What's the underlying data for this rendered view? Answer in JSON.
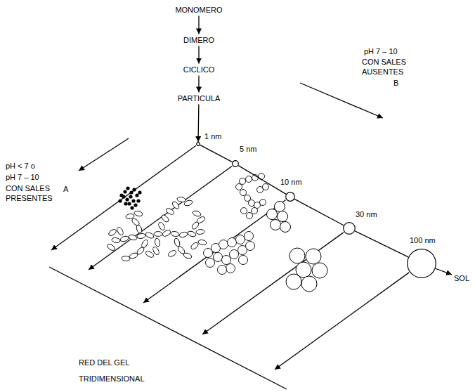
{
  "diagram": {
    "nodes": [
      {
        "text": [
          "MONOMERO"
        ]
      },
      {
        "text": [
          "DIMERO"
        ]
      },
      {
        "text": [
          "CICLICO"
        ]
      },
      {
        "text": [
          "PARTICULA"
        ]
      },
      {
        "text": [
          "1 nm"
        ]
      },
      {
        "text": [
          "5 nm"
        ]
      },
      {
        "text": [
          "10 nm"
        ]
      },
      {
        "text": [
          "30 nm"
        ]
      },
      {
        "text": [
          "100 nm"
        ]
      },
      {
        "text": [
          "SOL"
        ]
      }
    ],
    "edges": [
      {
        "from": 0,
        "to": 1,
        "arrow": "to"
      },
      {
        "from": 1,
        "to": 2,
        "arrow": "to"
      },
      {
        "from": 2,
        "to": 3,
        "arrow": "to"
      },
      {
        "from": 3,
        "to": 4,
        "arrow": "to"
      },
      {
        "from": 4,
        "to": 5,
        "arrow": "none"
      },
      {
        "from": 5,
        "to": 6,
        "arrow": "none"
      },
      {
        "from": 6,
        "to": 7,
        "arrow": "none"
      },
      {
        "from": 7,
        "to": 8,
        "arrow": "none"
      },
      {
        "from": 8,
        "to": 9,
        "arrow": "to"
      }
    ],
    "labels": [
      "pH < 7 o",
      "pH 7 – 10",
      "CON SALES PRESENTES",
      "A",
      "pH 7 – 10",
      "CON SALES AUSENTES",
      "B",
      "RED DEL GEL TRIDIMENSIONAL"
    ]
  }
}
